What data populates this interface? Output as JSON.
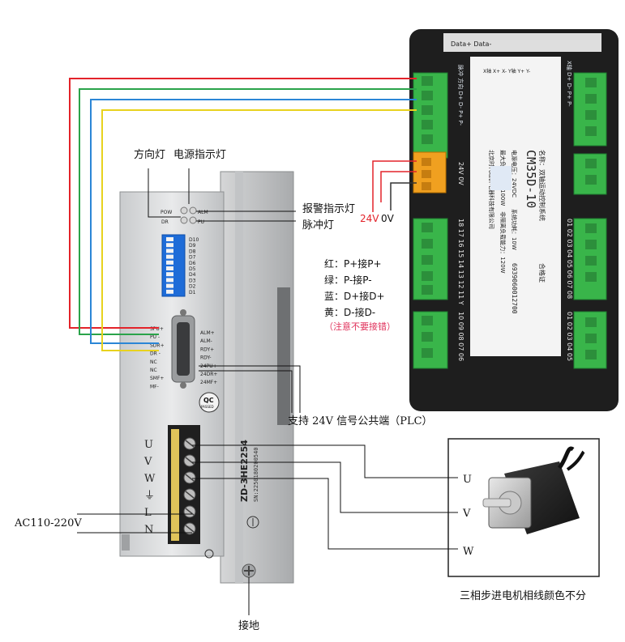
{
  "driver": {
    "led_labels": {
      "pow": "POW",
      "alm": "ALM",
      "dr": "DR",
      "pu": "PU"
    },
    "dip_labels": [
      "D10",
      "D9",
      "D8",
      "D7",
      "D6",
      "D5",
      "D4",
      "D3",
      "D2",
      "D1"
    ],
    "signal_left": [
      "SPU+",
      "PU -",
      "SDR+",
      "DR -",
      "NC",
      "NC",
      "SMF+",
      "MF-"
    ],
    "signal_right": [
      "ALM+",
      "ALM-",
      "RDY+",
      "RDY-",
      "24PU+",
      "24DR+",
      "24MF+"
    ],
    "qc_label": "QC",
    "qc_sub": "PASSED",
    "model": "ZD-3HE2254",
    "serial": "SN:2250180200540",
    "terminal_labels": [
      "U",
      "V",
      "W",
      "⏚",
      "L",
      "N"
    ]
  },
  "controller": {
    "header": "Data+ Data-",
    "model_text": "CM35D-10",
    "voltage_text": "24V  0V",
    "barcode": "6939060012700",
    "qualified": "合格证"
  },
  "annotations": {
    "direction_light": "方向灯",
    "power_light": "电源指示灯",
    "alarm_light": "报警指示灯",
    "pulse_light": "脉冲灯",
    "v24_common": "支持 24V 信号公共端（PLC）",
    "ac_input": "AC110-220V",
    "ground": "接地",
    "v24": "24V",
    "v0": "0V",
    "wiring": [
      "红：P+接P+",
      "绿：P-接P-",
      "蓝：D+接D+",
      "黄：D-接D-"
    ],
    "warning": "（注意不要接错）",
    "motor_phase": [
      "U",
      "V",
      "W"
    ],
    "motor_note": "三相步进电机相线颜色不分"
  },
  "colors": {
    "red": "#e3232a",
    "green": "#2aa34a",
    "blue": "#2b86d6",
    "yellow": "#e8d21e",
    "terminal_green": "#39b54a",
    "terminal_orange": "#f0a020"
  }
}
